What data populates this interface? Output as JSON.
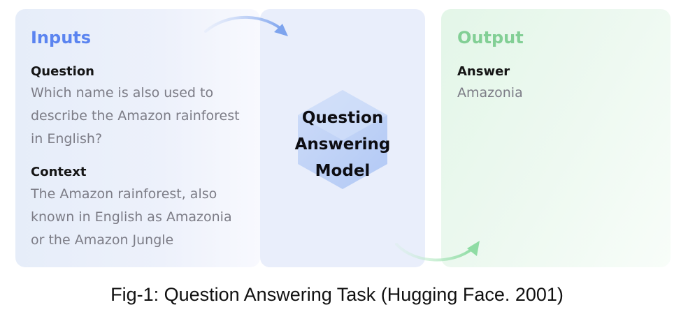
{
  "inputs": {
    "heading": "Inputs",
    "question_label": "Question",
    "question_text": "Which name is also used to describe the Amazon rainforest in English?",
    "context_label": "Context",
    "context_text": "The Amazon rainforest, also known in English as Amazonia or the Amazon Jungle"
  },
  "model": {
    "line1": "Question",
    "line2": "Answering",
    "line3": "Model"
  },
  "output": {
    "heading": "Output",
    "answer_label": "Answer",
    "answer_text": "Amazonia"
  },
  "caption": "Fig-1: Question Answering Task (Hugging Face. 2001)",
  "colors": {
    "inputs_accent": "#5b84f0",
    "output_accent": "#82cf95",
    "model_panel": "#e9eefb",
    "hexagon": "#b7cdf6"
  }
}
